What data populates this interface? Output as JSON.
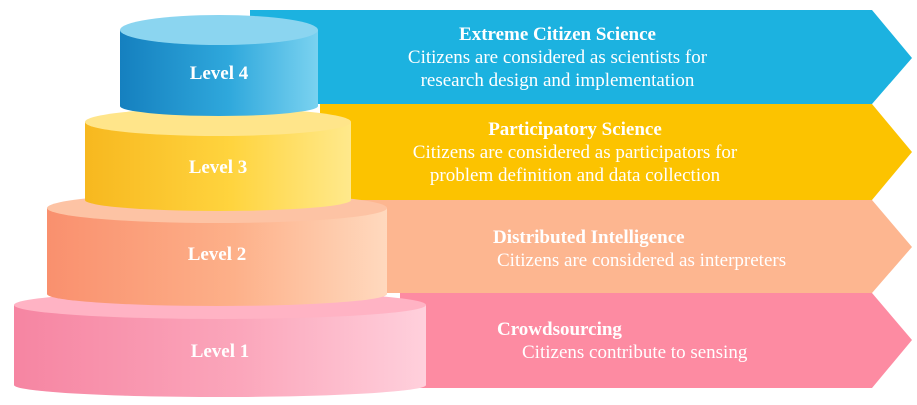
{
  "levels": [
    {
      "label": "Level 4",
      "title": "Extreme Citizen Science",
      "description_line1": "Citizens are considered as scientists for",
      "description_line2": "research design and implementation",
      "colors": {
        "arrow": "#1BB3E0",
        "cyl_dark": "#1A8FC8",
        "cyl_light": "#6CCBEB",
        "top": "#8FD6F0"
      }
    },
    {
      "label": "Level 3",
      "title": "Participatory Science",
      "description_line1": "Citizens are considered as participators for",
      "description_line2": "problem definition and data collection",
      "colors": {
        "arrow": "#FCC200",
        "cyl_dark": "#F6B41A",
        "cyl_light": "#FFE27A",
        "top": "#FFE58C"
      }
    },
    {
      "label": "Level 2",
      "title": "Distributed Intelligence",
      "description_line1": "Citizens are considered as interpreters",
      "description_line2": "",
      "colors": {
        "arrow": "#FDB58F",
        "cyl_dark": "#F99575",
        "cyl_light": "#FFD3B5",
        "top": "#FDC7A8"
      }
    },
    {
      "label": "Level 1",
      "title": "Crowdsourcing",
      "description_line1": "Citizens contribute to sensing",
      "description_line2": "",
      "colors": {
        "arrow": "#FD8AA0",
        "cyl_dark": "#F88BA6",
        "cyl_light": "#FFC7D4",
        "top": "#FFB5C4"
      }
    }
  ]
}
